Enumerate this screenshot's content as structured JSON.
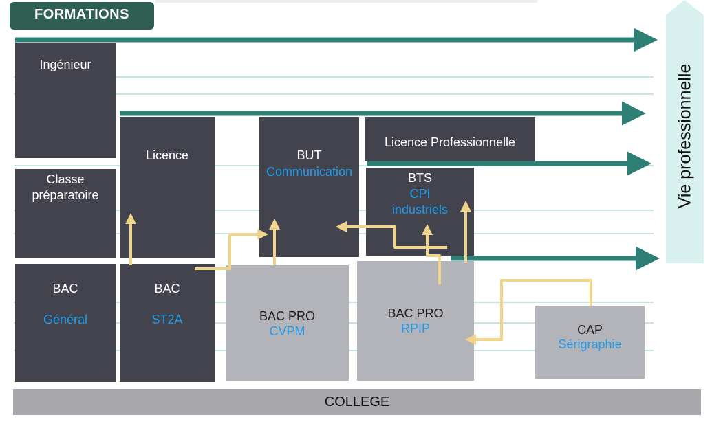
{
  "header": {
    "title": "FORMATIONS"
  },
  "side": {
    "label": "Vie professionnelle"
  },
  "footer": {
    "label": "COLLEGE"
  },
  "boxes": {
    "ingenieur": {
      "title": "Ingénieur"
    },
    "prepa": {
      "title": "Classe préparatoire"
    },
    "licence": {
      "title": "Licence"
    },
    "but": {
      "title": "BUT",
      "subtitle": "Communication"
    },
    "licpro": {
      "title": "Licence Professionnelle"
    },
    "bts": {
      "title": "BTS",
      "subtitle": "CPI industriels"
    },
    "bac_gen": {
      "title": "BAC",
      "subtitle": "Général"
    },
    "bac_st2a": {
      "title": "BAC",
      "subtitle": "ST2A"
    },
    "bacpro_cvpm": {
      "title": "BAC PRO",
      "subtitle": "CVPM"
    },
    "bacpro_rpip": {
      "title": "BAC PRO",
      "subtitle": "RPIP"
    },
    "cap": {
      "title": "CAP",
      "subtitle": "Sérigraphie"
    }
  },
  "colors": {
    "teal": "#2e7f75",
    "gold": "#f0d48a",
    "dark": "#43434d",
    "grey": "#b3b3ba",
    "accent": "#1f9bea"
  }
}
